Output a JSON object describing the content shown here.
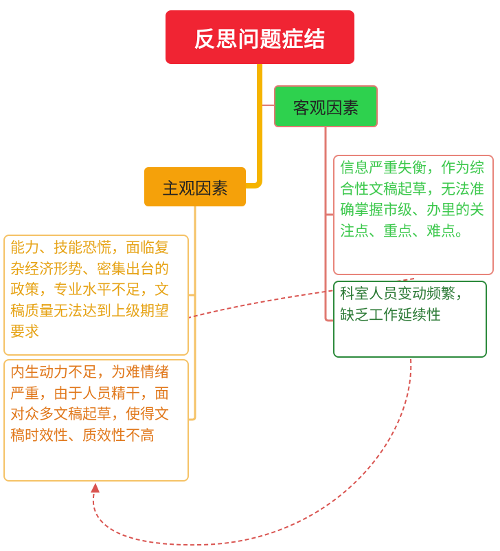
{
  "root": {
    "title": "反思问题症结"
  },
  "objective": {
    "label": "客观因素",
    "items": [
      "信息严重失衡，作为综合性文稿起草，无法准确掌握市级、办里的关注点、重点、难点。",
      "科室人员变动频繁，缺乏工作延续性"
    ]
  },
  "subjective": {
    "label": "主观因素",
    "items": [
      "能力、技能恐慌，面临复杂经济形势、密集出台的政策，专业水平不足，文稿质量无法达到上级期望要求",
      "内生动力不足，为难情绪严重，由于人员精干，面对众多文稿起草，使得文稿时效性、质效性不高"
    ]
  },
  "colors": {
    "root": "#f02433",
    "objective": "#2ed14e",
    "subjective": "#f5a10a",
    "trunk": "#f5b400",
    "objective_branch": "#e07a72",
    "dashed_arrow": "#d9534f"
  }
}
